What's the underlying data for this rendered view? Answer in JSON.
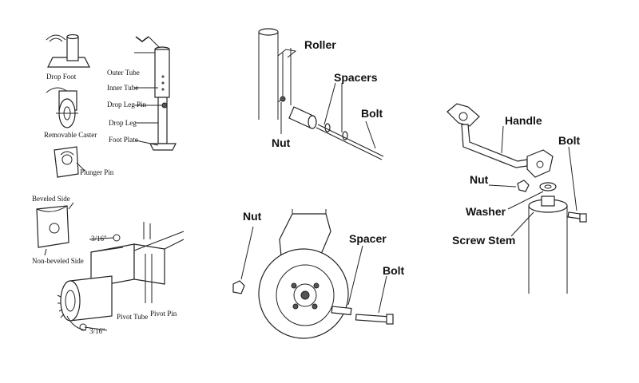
{
  "labels": {
    "drop_foot": "Drop Foot",
    "removable_caster": "Removable Caster",
    "plunger_pin": "Plunger Pin",
    "outer_tube": "Outer Tube",
    "inner_tube": "Inner Tube",
    "drop_leg_pin": "Drop Leg Pin",
    "drop_leg": "Drop Leg",
    "foot_plate": "Foot Plate",
    "beveled_side": "Beveled Side",
    "non_beveled_side": "Non-beveled Side",
    "dim_top": "3/16\"",
    "dim_bottom": "3/16\"",
    "pivot_tube": "Pivot Tube",
    "pivot_pin": "Pivot Pin",
    "roller": "Roller",
    "spacers": "Spacers",
    "roller_bolt": "Bolt",
    "roller_nut": "Nut",
    "wheel_nut": "Nut",
    "wheel_spacer": "Spacer",
    "wheel_bolt": "Bolt",
    "handle": "Handle",
    "handle_bolt": "Bolt",
    "handle_nut": "Nut",
    "washer": "Washer",
    "screw_stem": "Screw Stem"
  }
}
